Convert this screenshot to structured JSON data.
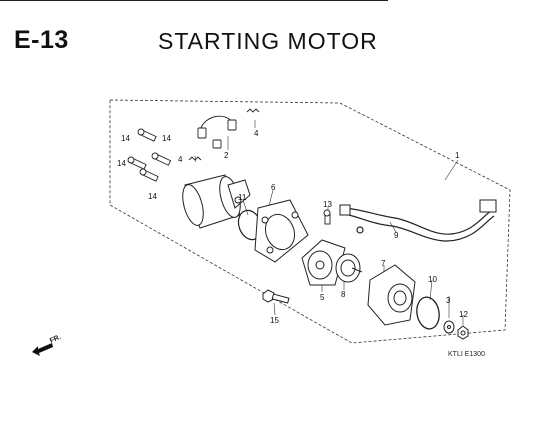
{
  "header": {
    "section_code": "E-13",
    "title": "STARTING MOTOR"
  },
  "callouts": [
    "1",
    "2",
    "3",
    "4",
    "4",
    "5",
    "6",
    "7",
    "8",
    "9",
    "10",
    "11",
    "12",
    "13",
    "14",
    "14",
    "14",
    "14",
    "15"
  ],
  "direction_label": "FR.",
  "drawing_code": "KTLI  E1300"
}
